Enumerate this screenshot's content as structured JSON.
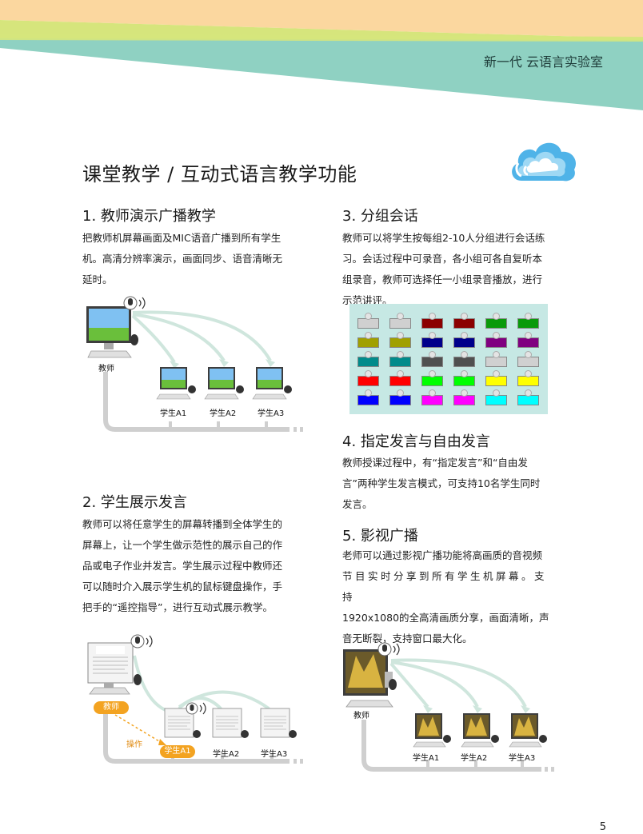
{
  "header": {
    "brand": "新一代 云语言实验室",
    "colors": {
      "peach": "#fbd79f",
      "lime": "#d6e57c",
      "teal": "#8fd1c2"
    }
  },
  "page_title": "课堂教学 / 互动式语言教学功能",
  "sections": [
    {
      "title": "1.  教师演示广播教学",
      "lines": [
        "把教师机屏幕画面及MIC语音广播到所有学生",
        "机。高清分辨率演示，画面同步、语音清晰无",
        "延时。"
      ]
    },
    {
      "title": "2.  学生展示发言",
      "lines": [
        "教师可以将任意学生的屏幕转播到全体学生的",
        "屏幕上，让一个学生做示范性的展示自己的作",
        "品或电子作业并发言。学生展示过程中教师还",
        "可以随时介入展示学生机的鼠标键盘操作，手",
        "把手的“遥控指导”，进行互动式展示教学。"
      ]
    },
    {
      "title": "3.  分组会话",
      "lines": [
        "教师可以将学生按每组2-10人分组进行会话练",
        "习。会话过程中可录音，各小组可各自复听本",
        "组录音，教师可选择任一小组录音播放，进行",
        "示范讲评。"
      ]
    },
    {
      "title": "4.  指定发言与自由发言",
      "lines": [
        "教师授课过程中，有“指定发言”和“自由发",
        "言”两种学生发言模式，可支持10名学生同时",
        "发言。"
      ]
    },
    {
      "title": "5.  影视广播",
      "lines": [
        "老师可以通过影视广播功能将高画质的音视频",
        "节目实时分享到所有学生机屏幕。支持",
        "1920x1080的全高清画质分享，画面清晰，声",
        "音无断裂，支持窗口最大化。"
      ]
    }
  ],
  "diagrams": {
    "broadcast": {
      "teacher": "教师",
      "students": [
        "学生A1",
        "学生A2",
        "学生A3"
      ]
    },
    "showcase": {
      "teacher": "教师",
      "operate": "操作",
      "students": [
        "学生A1",
        "学生A2",
        "学生A3"
      ]
    },
    "video": {
      "teacher": "教师",
      "students": [
        "学生A1",
        "学生A2",
        "学生A3"
      ]
    },
    "group_grid": {
      "rows": [
        [
          "#d0d0d0",
          "#d0d0d0",
          "#8b0000",
          "#8b0000",
          "#0a9a0a",
          "#0a9a0a"
        ],
        [
          "#a0a000",
          "#a0a000",
          "#00008b",
          "#00008b",
          "#800080",
          "#800080"
        ],
        [
          "#008b8b",
          "#008b8b",
          "#505050",
          "#505050",
          "#d0d0d0",
          "#d0d0d0"
        ],
        [
          "#ff0000",
          "#ff0000",
          "#00ff00",
          "#00ff00",
          "#ffff00",
          "#ffff00"
        ],
        [
          "#0000ff",
          "#0000ff",
          "#ff00ff",
          "#ff00ff",
          "#00ffff",
          "#00ffff"
        ]
      ]
    }
  },
  "page_number": "5"
}
